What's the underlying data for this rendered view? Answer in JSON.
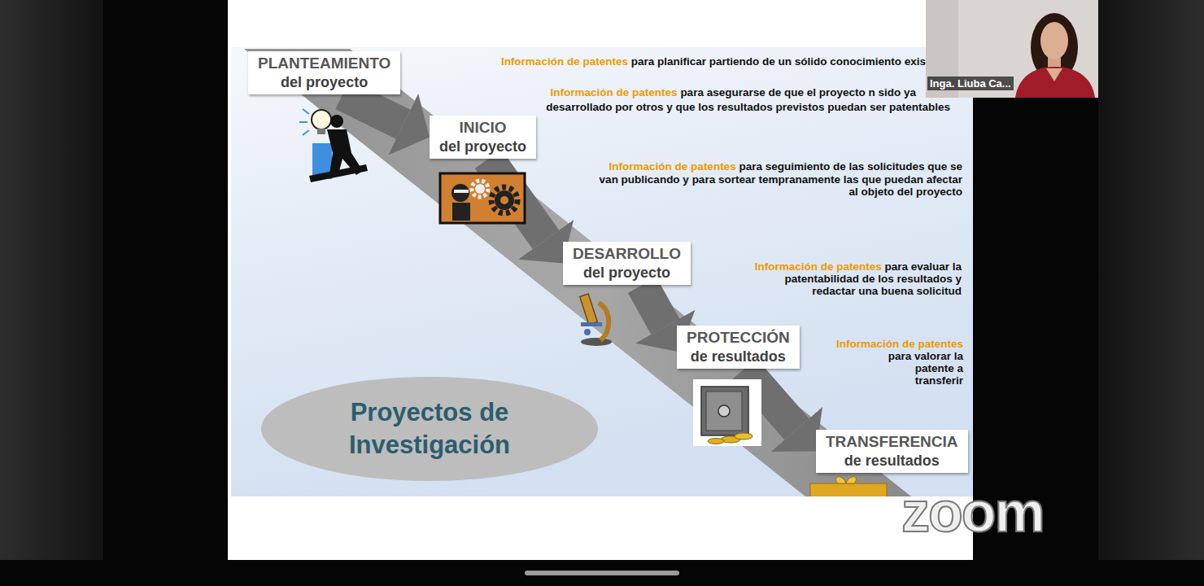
{
  "diagram": {
    "nodes": [
      {
        "text": [
          "PLANTEAMIENTO",
          "del proyecto"
        ]
      },
      {
        "text": [
          "INICIO",
          "del proyecto"
        ]
      },
      {
        "text": [
          "DESARROLLO",
          "del proyecto"
        ]
      },
      {
        "text": [
          "PROTECCIÓN",
          "de resultados"
        ]
      },
      {
        "text": [
          "TRANSFERENCIA",
          "de resultados"
        ]
      },
      {
        "text": [
          "Proyectos de Investigación"
        ]
      }
    ],
    "edges": [
      {
        "from": 0,
        "to": 1,
        "arrow": "to"
      },
      {
        "from": 1,
        "to": 2,
        "arrow": "to"
      },
      {
        "from": 2,
        "to": 3,
        "arrow": "to"
      },
      {
        "from": 3,
        "to": 4,
        "arrow": "to"
      }
    ],
    "labels": [
      "Información de patentes",
      "para planificar partiendo de un sólido conocimiento exis",
      "Información de patentes",
      "para asegurarse de que el proyecto n sido ya desarrollado por otros y que los resultados previstos puedan ser patentables",
      "Información de patentes",
      "para seguimiento de las solicitudes que se van publicando y para sortear tempranamente las que puedan afectar al objeto del proyecto",
      "Información de patentes",
      "para evaluar la patentabilidad de los resultados y redactar una buena solicitud",
      "Información de patentes",
      "para valorar la patente a transferir",
      "Inga. Liuba Ca...",
      "zoom"
    ]
  }
}
